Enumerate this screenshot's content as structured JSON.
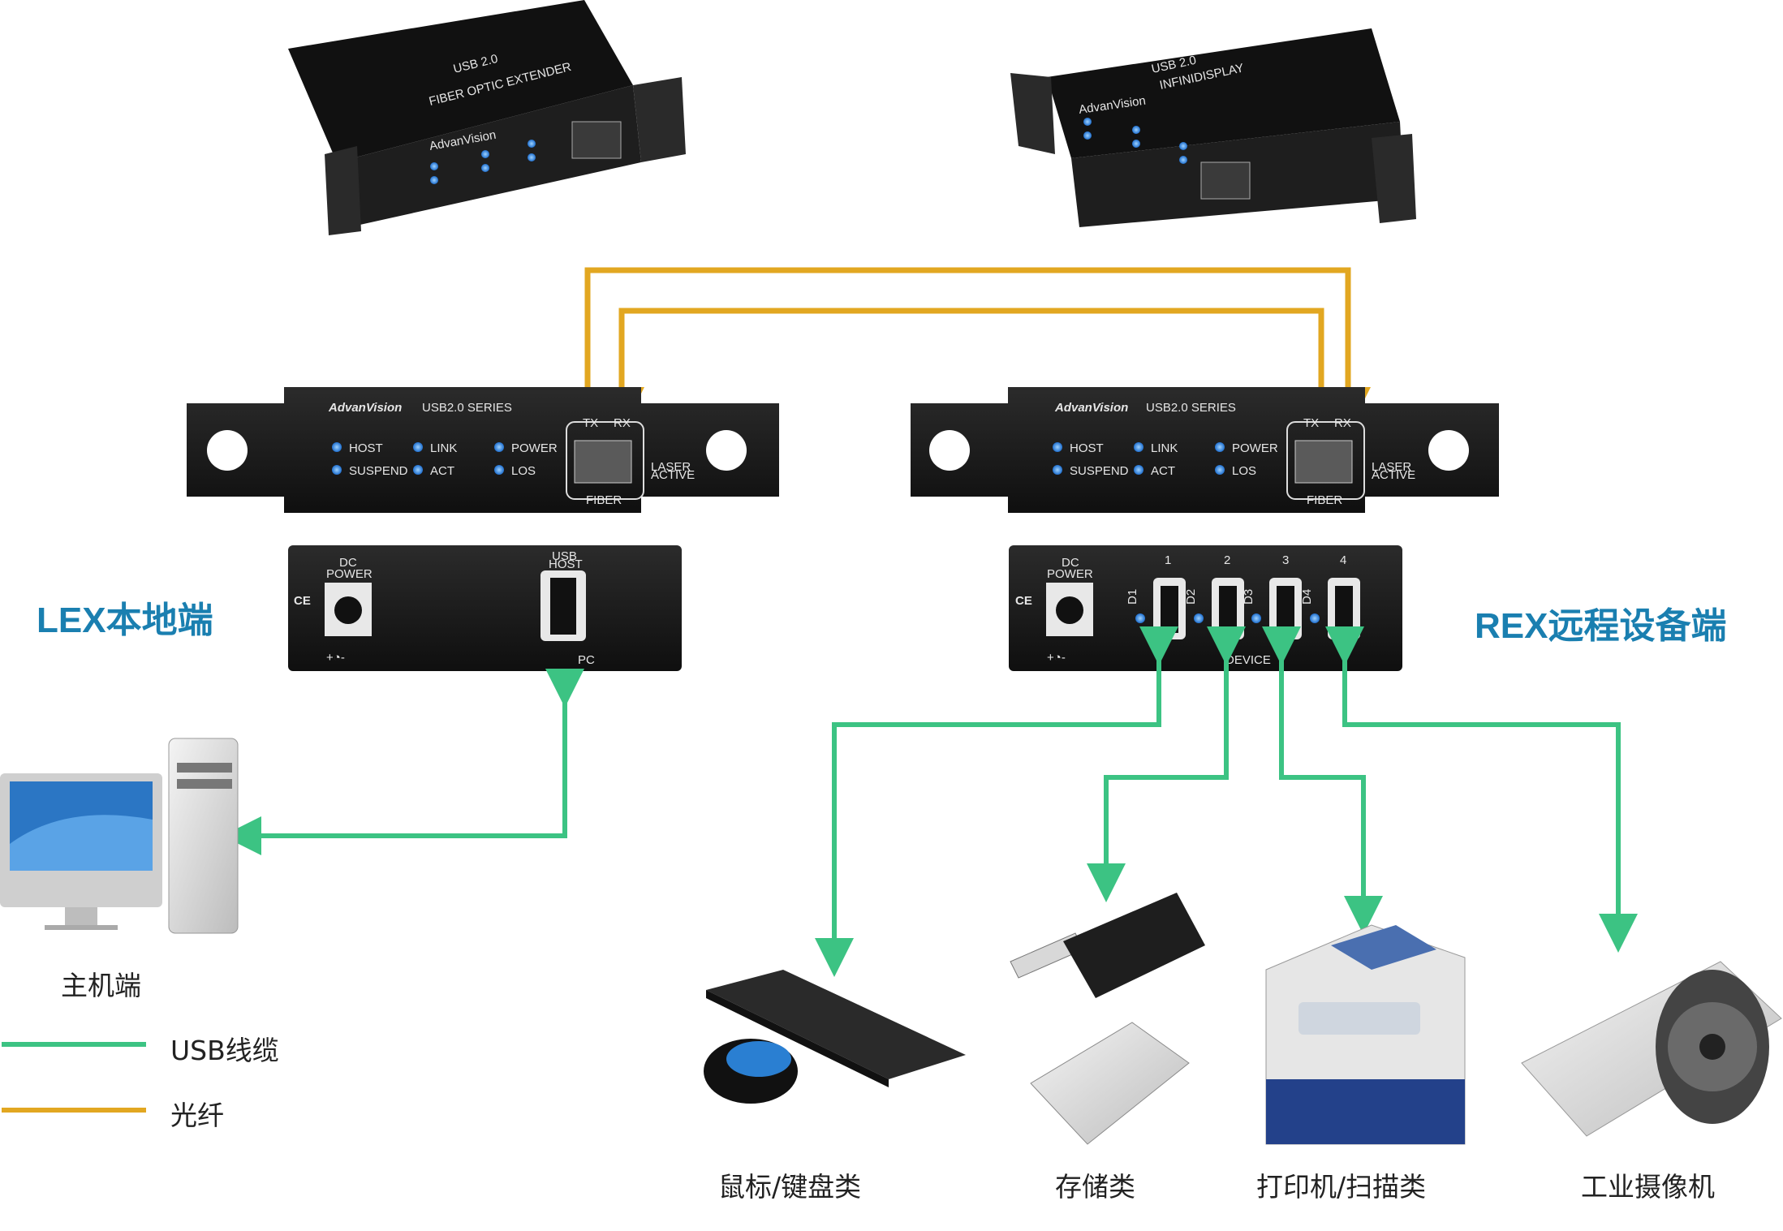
{
  "colors": {
    "usb_cable": "#3cc383",
    "fiber": "#e2a721",
    "panel": "#1c1c1c",
    "led": "#2f8fe8",
    "title": "#1a7fb0"
  },
  "brand": "AdvanVision",
  "series": "USB2.0 SERIES",
  "product_top": {
    "model": "USB 2.0",
    "subtitle": "FIBER OPTIC EXTENDER",
    "tagline": "INFINIDISPLAY"
  },
  "front_panel": {
    "leds": [
      "HOST",
      "SUSPEND",
      "LINK",
      "ACT",
      "POWER",
      "LOS"
    ],
    "port_top": "TX",
    "port_top2": "RX",
    "port_bottom": "FIBER",
    "laser": [
      "LASER",
      "ACTIVE"
    ]
  },
  "lex_back": {
    "dc_label": [
      "DC",
      "POWER"
    ],
    "usb_label": [
      "USB",
      "HOST"
    ],
    "pc_label": "PC",
    "polarity": "+◔-"
  },
  "rex_back": {
    "dc_label": [
      "DC",
      "POWER"
    ],
    "port_numbers": [
      "1",
      "2",
      "3",
      "4"
    ],
    "port_ids": [
      "D1",
      "D2",
      "D3",
      "D4"
    ],
    "device_label": "DEVICE",
    "polarity": "+◔-"
  },
  "lex_title": "LEX本地端",
  "rex_title": "REX远程设备端",
  "host_label": "主机端",
  "legend": [
    {
      "label": "USB线缆",
      "color": "#3cc383"
    },
    {
      "label": "光纤",
      "color": "#e2a721"
    }
  ],
  "devices": [
    {
      "label": "鼠标/键盘类",
      "icon": "keyboard-mouse-icon"
    },
    {
      "label": "存储类",
      "icon": "storage-icon"
    },
    {
      "label": "打印机/扫描类",
      "icon": "printer-icon"
    },
    {
      "label": "工业摄像机",
      "icon": "camera-icon"
    }
  ]
}
